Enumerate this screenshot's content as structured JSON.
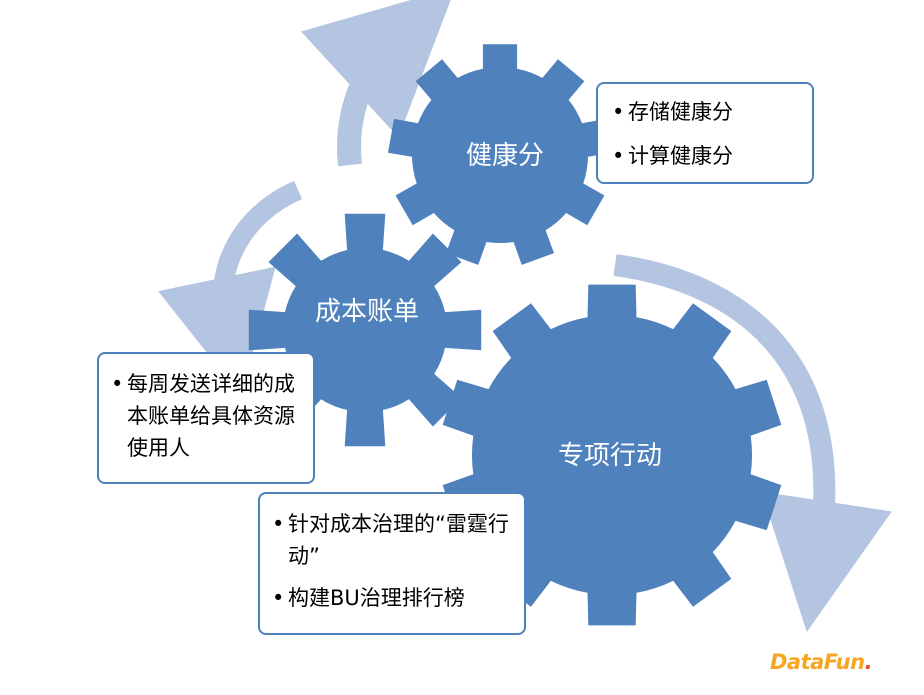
{
  "gears": {
    "health": {
      "label": "健康分"
    },
    "cost": {
      "label": "成本账单"
    },
    "special": {
      "label": "专项行动"
    }
  },
  "notes": {
    "health": {
      "items": [
        "存储健康分",
        "计算健康分"
      ]
    },
    "cost": {
      "items": [
        "每周发送详细的成本账单给具体资源使用人"
      ]
    },
    "special": {
      "items": [
        "针对成本治理的“雷霆行动”",
        "构建BU治理排行榜"
      ]
    }
  },
  "colors": {
    "gear": "#4f81bd",
    "arrow": "#b4c5e1",
    "border": "#4f81bd"
  },
  "logo": {
    "text": "DataFun",
    "suffix": "."
  }
}
